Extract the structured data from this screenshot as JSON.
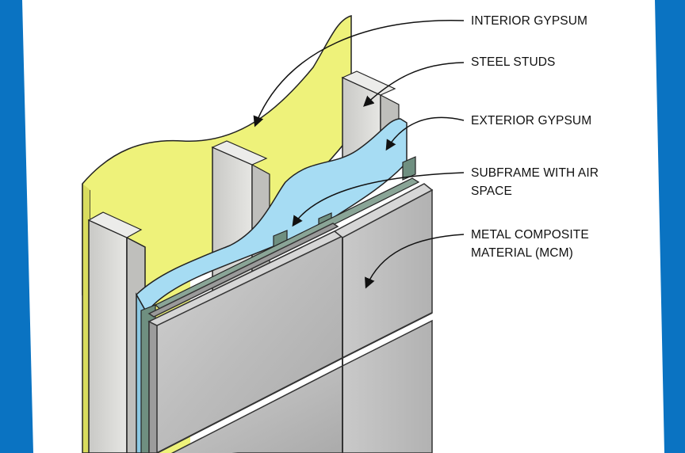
{
  "labels": {
    "interior_gypsum": "INTERIOR GYPSUM",
    "steel_studs": "STEEL STUDS",
    "exterior_gypsum": "EXTERIOR GYPSUM",
    "subframe_line1": "SUBFRAME WITH AIR",
    "subframe_line2": "SPACE",
    "mcm_line1": "METAL COMPOSITE",
    "mcm_line2": "MATERIAL (MCM)"
  },
  "colors": {
    "border_blue": "#0a73c2",
    "interior_gypsum": "#eef27a",
    "steel_studs": "#d9d9d6",
    "exterior_gypsum": "#a6dcf3",
    "subframe": "#6f8f80",
    "mcm_panel": "#bdbdbd"
  }
}
